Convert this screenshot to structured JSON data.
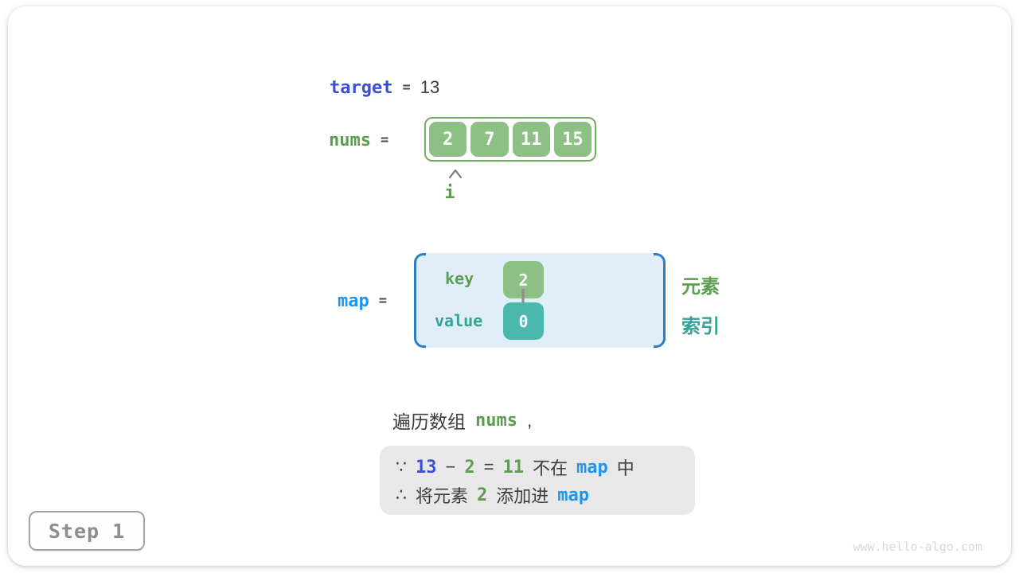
{
  "target": {
    "label": "target",
    "eq": "=",
    "value": "13"
  },
  "nums": {
    "label": "nums",
    "eq": "=",
    "values": [
      "2",
      "7",
      "11",
      "15"
    ],
    "pointer": "i"
  },
  "map": {
    "label": "map",
    "eq": "=",
    "key_label": "key",
    "value_label": "value",
    "key_cell": "2",
    "value_cell": "0",
    "side_element": "元素",
    "side_index": "索引"
  },
  "caption": {
    "prefix": "遍历数组",
    "code": "nums",
    "comma": ","
  },
  "explain": {
    "line1": [
      {
        "t": "∵"
      },
      {
        "t": "13"
      },
      {
        "t": "−"
      },
      {
        "t": "2"
      },
      {
        "t": "="
      },
      {
        "t": "11"
      },
      {
        "t": "不在"
      },
      {
        "t": "map"
      },
      {
        "t": "中"
      }
    ],
    "line2": [
      {
        "t": "∴"
      },
      {
        "t": "将元素"
      },
      {
        "t": "2"
      },
      {
        "t": "添加进"
      },
      {
        "t": "map"
      }
    ]
  },
  "step": {
    "label": "Step 1"
  },
  "watermark": {
    "text": "www.hello-algo.com"
  },
  "icons": {
    "pointer_caret": "chevron-up",
    "map_arrow": "arrow-down"
  },
  "colors": {
    "indigo_blue": "#3b4fd4",
    "sky_blue": "#1e96f0",
    "green_text": "#5b9e4d",
    "teal_text": "#37a197",
    "green_box": "#8cc084",
    "teal_box": "#4bb8ae",
    "array_border": "#72ab63",
    "bracket_blue": "#2b80c5",
    "map_fill": "#e0eef8",
    "explain_bg": "#e8e8e8",
    "dark_text": "#3c3c3c",
    "step_gray": "#8d8d8d"
  }
}
